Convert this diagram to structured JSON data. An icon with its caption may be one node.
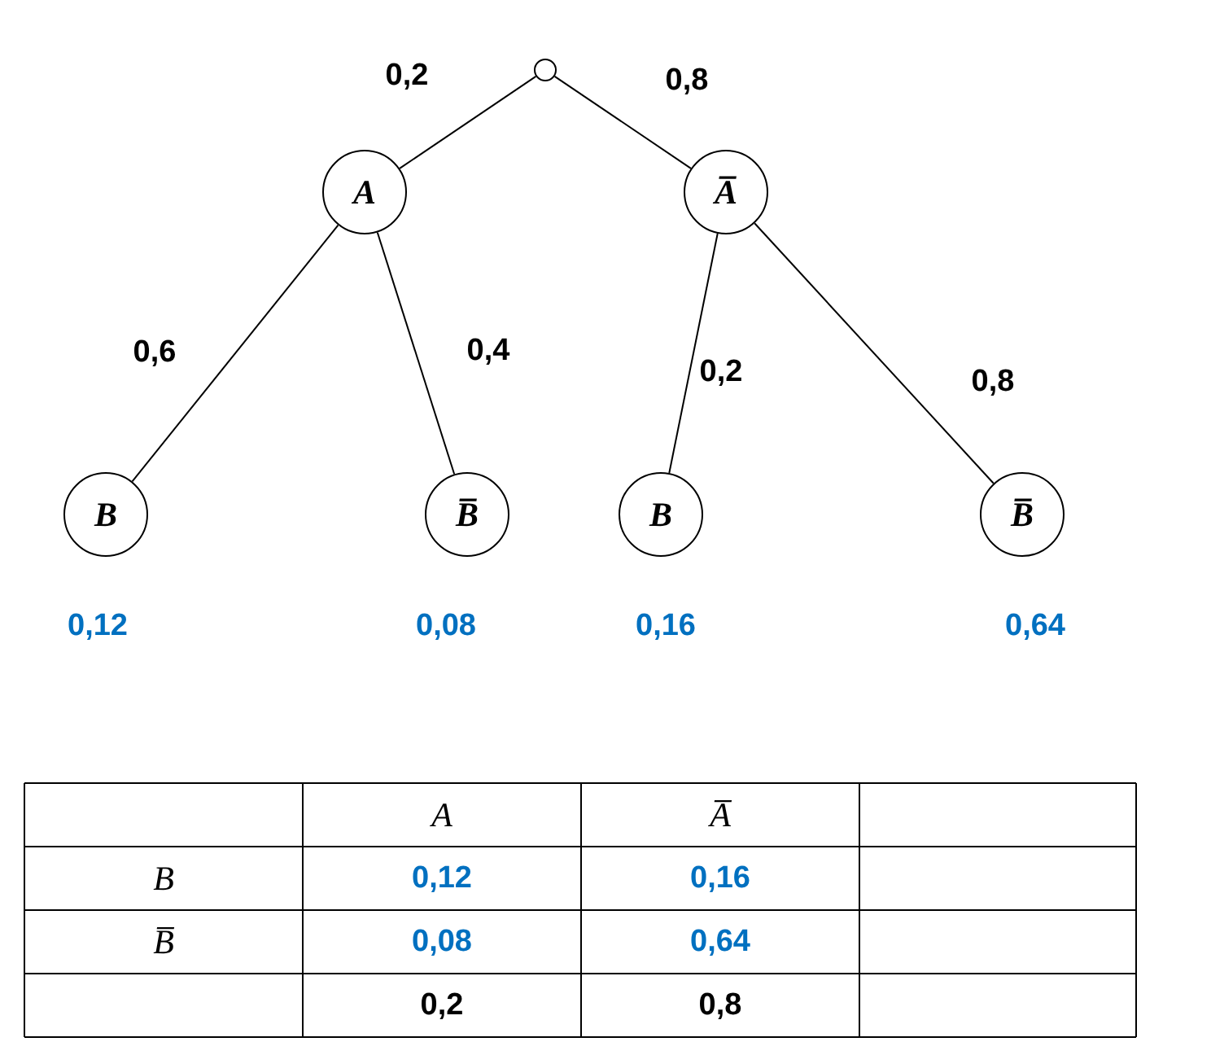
{
  "diagram": {
    "nodes": [
      {
        "text": [],
        "shape": "circle"
      },
      {
        "text": [
          "A"
        ]
      },
      {
        "text": [
          "A̅"
        ]
      },
      {
        "text": [
          "B"
        ],
        "beside": [
          "0,12"
        ]
      },
      {
        "text": [
          "B̅"
        ],
        "beside": [
          "0,08"
        ]
      },
      {
        "text": [
          "B"
        ],
        "beside": [
          "0,16"
        ]
      },
      {
        "text": [
          "B̅"
        ],
        "beside": [
          "0,64"
        ]
      }
    ],
    "edges": [
      {
        "from": 0,
        "to": 1,
        "arrow": "none",
        "label": "0,2"
      },
      {
        "from": 0,
        "to": 2,
        "arrow": "none",
        "label": "0,8"
      },
      {
        "from": 1,
        "to": 3,
        "arrow": "none",
        "label": "0,6"
      },
      {
        "from": 1,
        "to": 4,
        "arrow": "none",
        "label": "0,4"
      },
      {
        "from": 2,
        "to": 5,
        "arrow": "none",
        "label": "0,2"
      },
      {
        "from": 2,
        "to": 6,
        "arrow": "none",
        "label": "0,8"
      }
    ],
    "labels": [
      "A",
      "A̅",
      "B",
      "0,12",
      "0,16",
      "B̅",
      "0,08",
      "0,64",
      "0,2",
      "0,8"
    ]
  }
}
